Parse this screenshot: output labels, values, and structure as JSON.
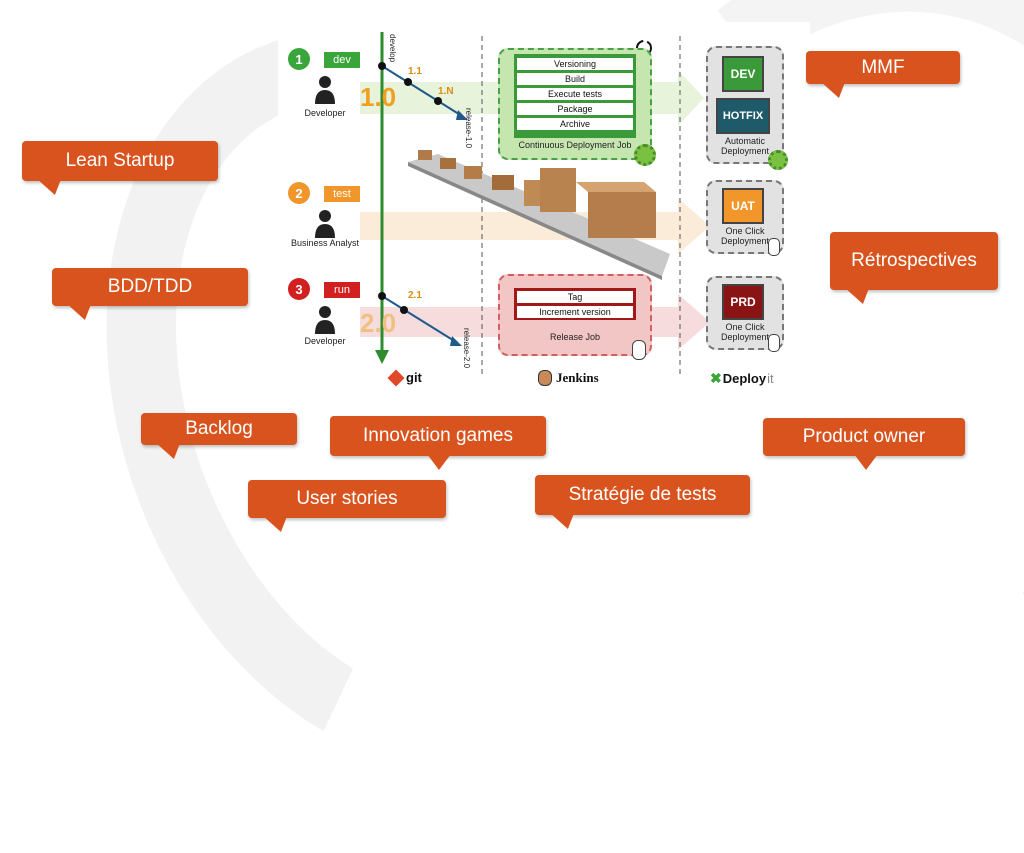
{
  "callouts": {
    "mmf": "MMF",
    "lean_startup": "Lean Startup",
    "bdd_tdd": "BDD/TDD",
    "retrospectives": "Rétrospectives",
    "backlog": "Backlog",
    "innovation_games": "Innovation games",
    "product_owner": "Product owner",
    "user_stories": "User stories",
    "strategie_tests": "Stratégie de tests"
  },
  "pipeline": {
    "rows": [
      {
        "number": "1",
        "tag": "dev",
        "role": "Developer",
        "version": "1.0"
      },
      {
        "number": "2",
        "tag": "test",
        "role": "Business Analyst"
      },
      {
        "number": "3",
        "tag": "run",
        "role": "Developer",
        "version": "2.0"
      }
    ],
    "branches": {
      "develop": "develop",
      "release1": "release-1.0",
      "release2": "release-2.0",
      "v11": "1.1",
      "v1n": "1.N",
      "v21": "2.1"
    },
    "cd_job": {
      "steps": [
        "Versioning",
        "Build",
        "Execute tests",
        "Package",
        "Archive"
      ],
      "title": "Continuous Deployment Job"
    },
    "release_job": {
      "steps": [
        "Tag",
        "Increment version"
      ],
      "title": "Release Job"
    },
    "envs": {
      "dev": "DEV",
      "hotfix": "HOTFIX",
      "auto_label": "Automatic Deployment",
      "uat": "UAT",
      "uat_label": "One Click Deployment",
      "prd": "PRD",
      "prd_label": "One Click Deployment"
    },
    "tools": {
      "git": "git",
      "jenkins": "Jenkins",
      "deployit_a": "Deploy",
      "deployit_b": "it"
    }
  }
}
